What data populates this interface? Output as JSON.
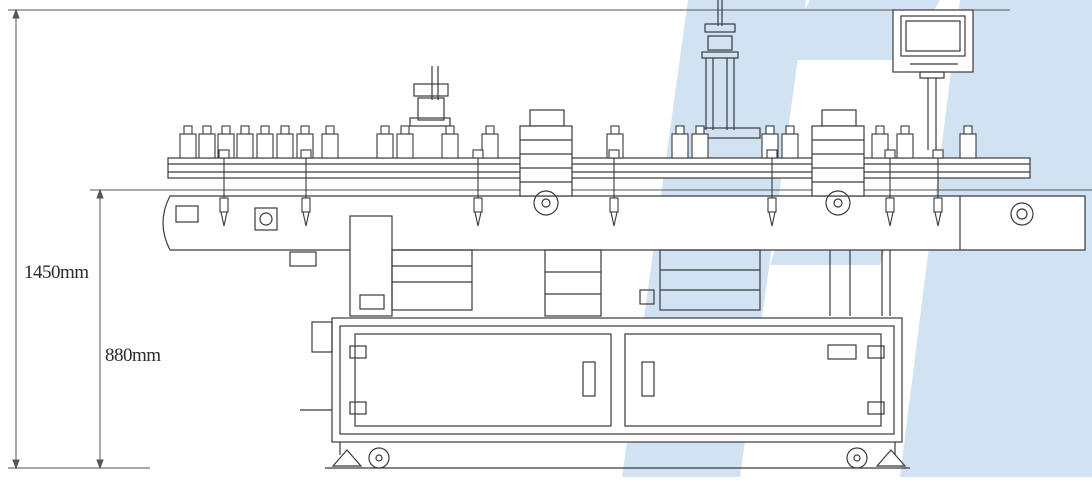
{
  "dimensions": {
    "overall_height": "1450mm",
    "table_height": "880mm"
  },
  "colors": {
    "line": "#3a3a3a",
    "watermark": "#c9ddf0",
    "background": "#ffffff"
  },
  "bottle_count": 20,
  "watermark_logo": "blue-logo-watermark"
}
